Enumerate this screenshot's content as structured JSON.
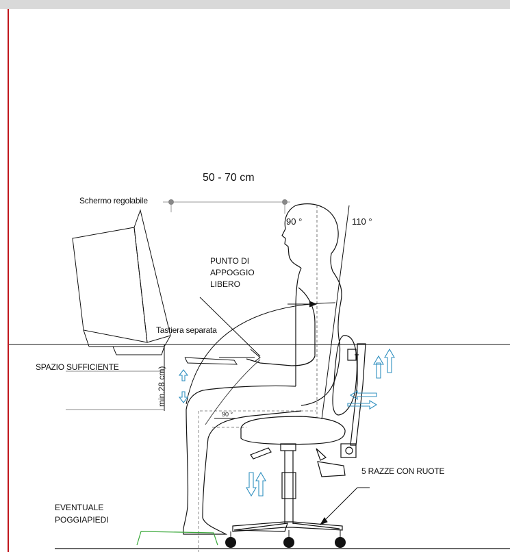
{
  "labels": {
    "distance": "50 - 70 cm",
    "adjustable_screen": "Schermo  regolabile",
    "angle_head": "90 °",
    "angle_back": "110 °",
    "free_support": "PUNTO DI\nAPPOGGIO\nLIBERO",
    "separate_keyboard": "Tastiera separata",
    "enough_space": "SPAZIO SUFFICIENTE",
    "min_height": "min.28 cm)",
    "angle_seat": "90 °",
    "five_spokes": "5 RAZZE CON RUOTE",
    "footrest": "EVENTUALE\nPOGGIAPIEDI"
  },
  "colors": {
    "frame_line": "#c0151b",
    "top_bar": "#d9d9d9",
    "adjust_arrows": "#2f8fbf",
    "footrest": "#3aa83a",
    "line_art": "#111111"
  }
}
